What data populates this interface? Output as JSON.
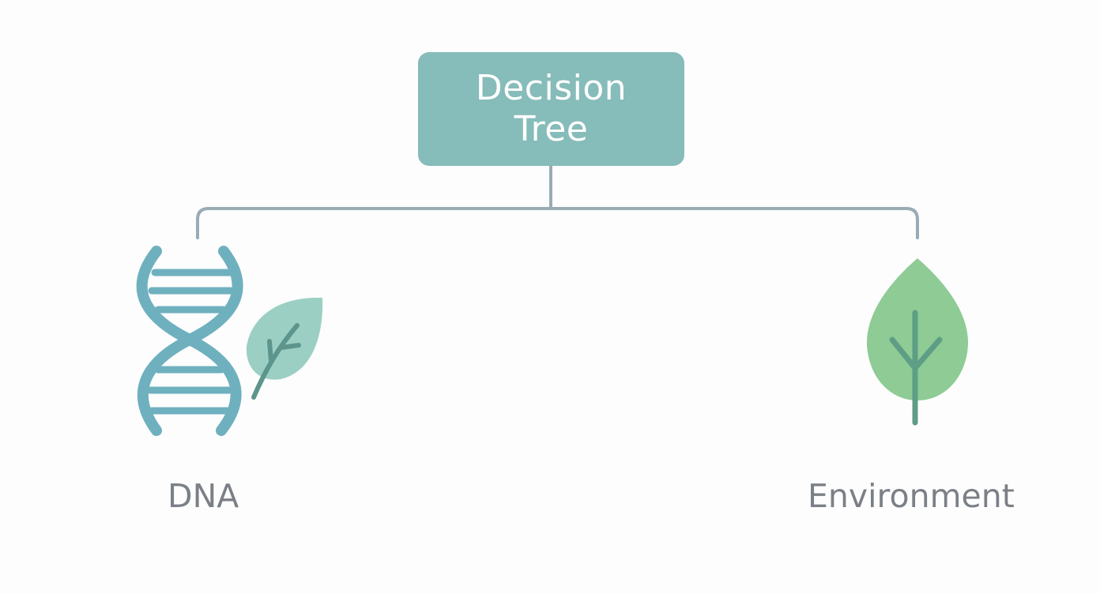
{
  "diagram": {
    "root": {
      "lines": [
        "Decision",
        "Tree"
      ]
    },
    "children": [
      {
        "label": "DNA",
        "icon": "dna-helix-leaf-icon"
      },
      {
        "label": "Environment",
        "icon": "leaf-icon"
      }
    ]
  },
  "colors": {
    "root_fill": "#86bcb9",
    "connector": "#9aabb5",
    "helix": "#6fb0bf",
    "small_leaf": "#9ccfc4",
    "small_leaf_vein": "#5d958c",
    "env_leaf": "#8ecb95",
    "env_leaf_vein": "#5e9e86",
    "label_text": "#7b8087"
  }
}
